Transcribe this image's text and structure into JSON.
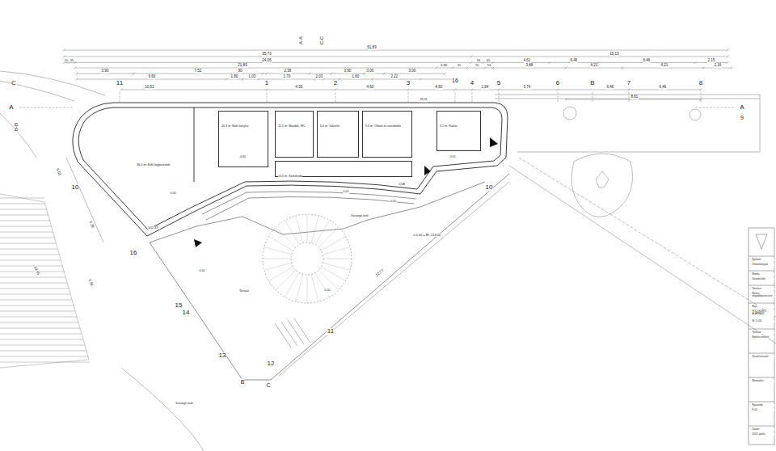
{
  "diagram": {
    "nodes": [
      {
        "text": [
          "26,4 m² Büfé konyha"
        ]
      },
      {
        "text": [
          "15,5 m² Mosdók, WC"
        ]
      },
      {
        "text": [
          "6,6 m² Takarító"
        ]
      },
      {
        "text": [
          "9,0 m² Öltöző és vizesblokk"
        ]
      },
      {
        "text": [
          "9,1 m² Raktár"
        ]
      },
      {
        "text": [
          "13,5 m² Közlekedő"
        ]
      }
    ],
    "labels": [
      "A-A",
      "C-C",
      "C",
      "11",
      "1",
      "2",
      "3",
      "16",
      "4",
      "5",
      "6",
      "B",
      "7",
      "8",
      "A",
      "B-B",
      "A",
      "9",
      "10",
      "10",
      "16",
      "15",
      "14",
      "13",
      "12",
      "11",
      "B",
      "C",
      "61,89",
      "35,73",
      "15,15",
      "10",
      "35",
      "24,06",
      "93",
      "65",
      "4,61",
      "6,46",
      "6,46",
      "2,15",
      "21,89",
      "3,88",
      "35",
      "70",
      "93",
      "3,88",
      "4,21",
      "4,21",
      "2,16",
      "3,90",
      "7,52",
      "90",
      "2,38",
      "3,90",
      "3,00",
      "3,00",
      "6,60",
      "1,80",
      "1,03",
      "1,70",
      "2,03",
      "1,60",
      "2,22",
      "10,52",
      "4,30",
      "4,60",
      "4,60",
      "1,64",
      "3,74",
      "6,46",
      "6,46",
      "8,61",
      "28,05",
      "102,37°",
      "C5B",
      "± 0,00 = Bf. 213,00",
      "-0,30",
      "0,00",
      "0,00",
      "0,00",
      "0,00",
      "0,00",
      "-0,20",
      "Terasz",
      "Szivárgó árok",
      "Szivárgó árok",
      "5,03",
      "5,26",
      "10,45",
      "5,91",
      "22,77",
      "86,4 m² Büfé fogyasztótér",
      "Építtető:",
      "Önkormányzat",
      "Munka:",
      "Strandi büfé",
      "Tervrész:",
      "Építési engedélyezési terv",
      "Rajz:",
      "FÖLDSZINTI ALAPRAJZ",
      "M: 1:100",
      "Tervező:",
      "Építész tervező",
      "Vezető tervező:",
      "Munkatárs:",
      "Rajzszám:",
      "É-02",
      "Dátum:",
      "2013. április"
    ]
  }
}
